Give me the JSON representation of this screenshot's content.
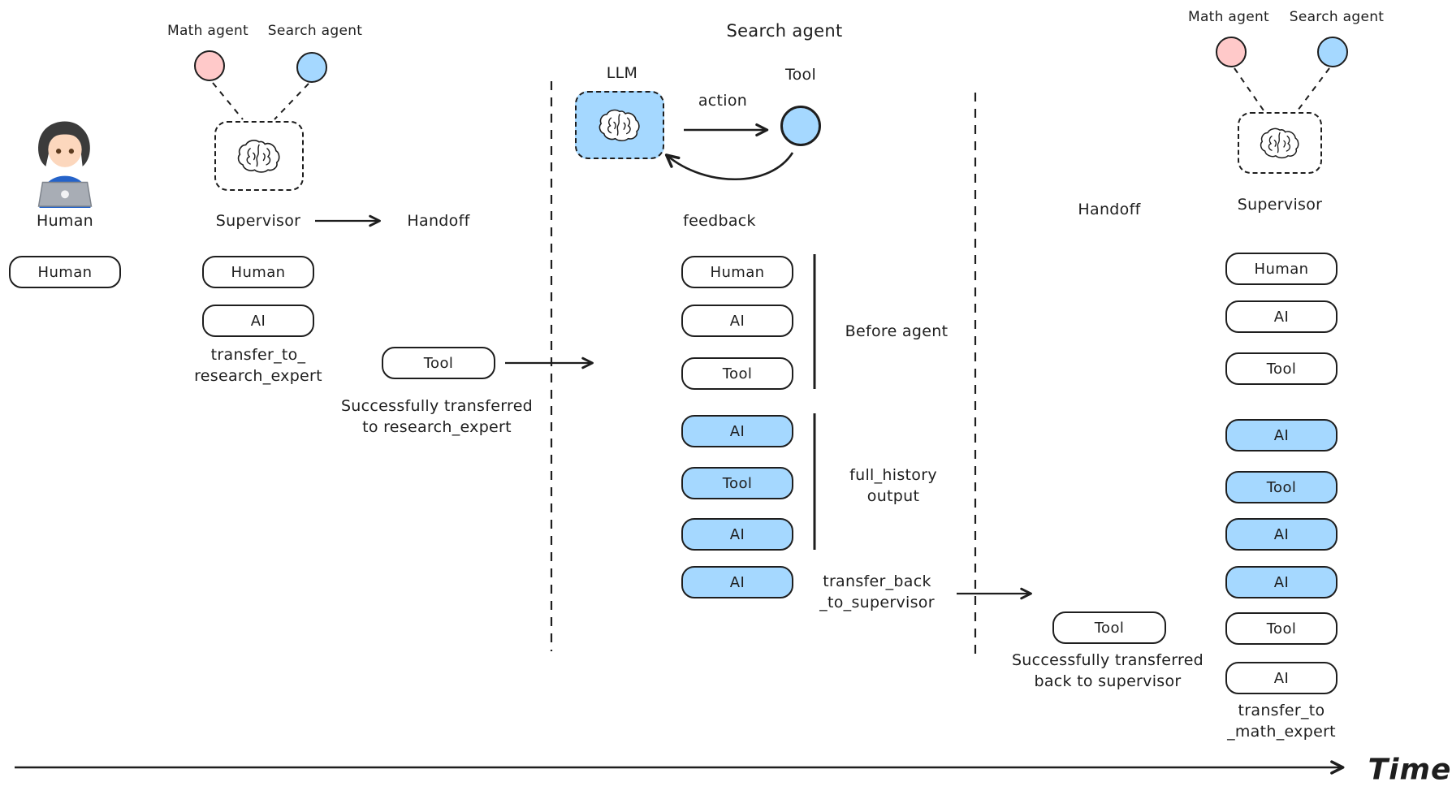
{
  "colors": {
    "stroke": "#1e1e1e",
    "blue_fill": "#a5d8ff",
    "pink_fill": "#ffc9c9",
    "background": "#ffffff"
  },
  "human": {
    "label": "Human",
    "box": "Human"
  },
  "left_supervisor": {
    "math_agent": "Math agent",
    "search_agent": "Search agent",
    "name": "Supervisor",
    "handoff": "Handoff",
    "messages": [
      {
        "label": "Human",
        "highlight": false
      },
      {
        "label": "AI",
        "highlight": false
      }
    ],
    "transfer_note": "transfer_to_\nresearch_expert",
    "tool_box": "Tool",
    "tool_note": "Successfully transferred\nto research_expert"
  },
  "search_agent": {
    "title": "Search agent",
    "llm": "LLM",
    "tool": "Tool",
    "action": "action",
    "feedback": "feedback",
    "messages": [
      {
        "label": "Human",
        "highlight": false
      },
      {
        "label": "AI",
        "highlight": false
      },
      {
        "label": "Tool",
        "highlight": false
      },
      {
        "label": "AI",
        "highlight": true
      },
      {
        "label": "Tool",
        "highlight": true
      },
      {
        "label": "AI",
        "highlight": true
      },
      {
        "label": "AI",
        "highlight": true
      }
    ],
    "before_agent": "Before agent",
    "full_history": "full_history\noutput",
    "transfer_note": "transfer_back\n_to_supervisor"
  },
  "right_handoff": {
    "label": "Handoff",
    "tool_box": "Tool",
    "note": "Successfully transferred\nback to supervisor"
  },
  "right_supervisor": {
    "math_agent": "Math agent",
    "search_agent": "Search agent",
    "name": "Supervisor",
    "messages": [
      {
        "label": "Human",
        "highlight": false
      },
      {
        "label": "AI",
        "highlight": false
      },
      {
        "label": "Tool",
        "highlight": false
      },
      {
        "label": "AI",
        "highlight": true
      },
      {
        "label": "Tool",
        "highlight": true
      },
      {
        "label": "AI",
        "highlight": true
      },
      {
        "label": "AI",
        "highlight": true
      },
      {
        "label": "Tool",
        "highlight": false
      },
      {
        "label": "AI",
        "highlight": false
      }
    ],
    "transfer_note": "transfer_to\n_math_expert"
  },
  "time_label": "Time"
}
